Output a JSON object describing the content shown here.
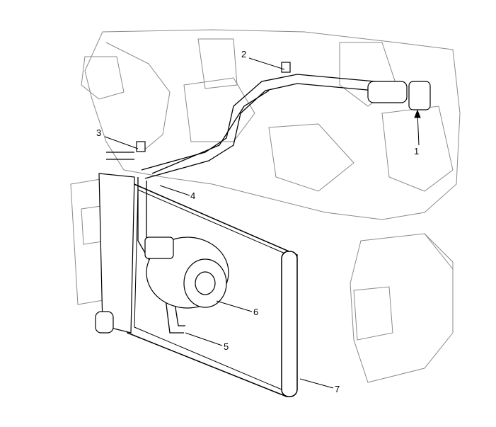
{
  "diagram": {
    "callouts": [
      {
        "id": "1",
        "label": "1"
      },
      {
        "id": "2",
        "label": "2"
      },
      {
        "id": "3",
        "label": "3"
      },
      {
        "id": "4",
        "label": "4"
      },
      {
        "id": "5",
        "label": "5"
      },
      {
        "id": "6",
        "label": "6"
      },
      {
        "id": "7",
        "label": "7"
      }
    ],
    "colors": {
      "line": "#000000",
      "body": "#9a9a9a",
      "fill": "#ffffff"
    }
  }
}
